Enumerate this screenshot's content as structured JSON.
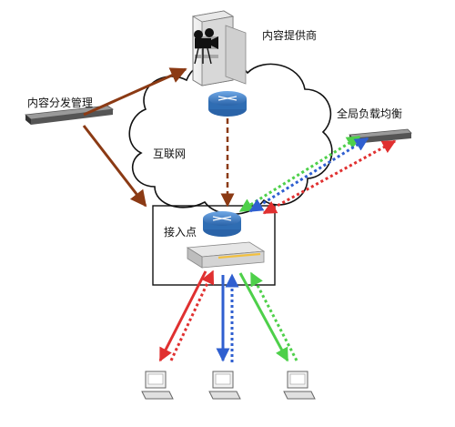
{
  "labels": {
    "content_provider": "内容提供商",
    "content_distribution_mgmt": "内容分发管理",
    "internet": "互联网",
    "global_load_balancing": "全局负载均衡",
    "access_point": "接入点"
  },
  "colors": {
    "brown": "#8b3a14",
    "red": "#e03030",
    "blue": "#2f5fd0",
    "green": "#4ed04a",
    "router": "#3d7fc8"
  }
}
